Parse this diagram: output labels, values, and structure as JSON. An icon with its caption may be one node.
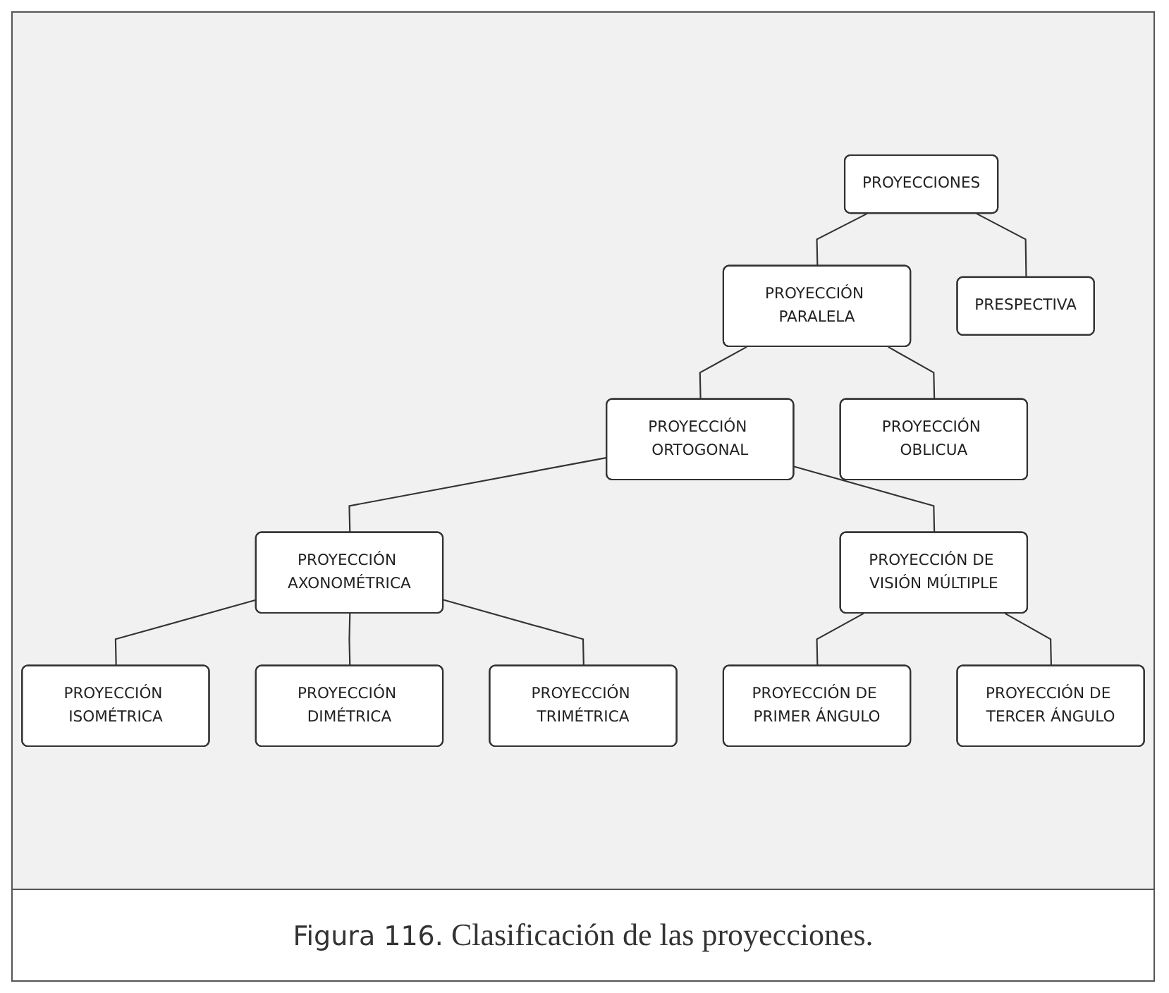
{
  "diagram": {
    "caption": "**Figura 116.** Clasificación de las proyecciones.",
    "nodes": [
      {
        "text": [
          "PROYECCIONES"
        ]
      },
      {
        "text": [
          "PROYECCIÓN PARALELA"
        ]
      },
      {
        "text": [
          "PRESPECTIVA"
        ]
      },
      {
        "text": [
          "PROYECCIÓN ORTOGONAL"
        ]
      },
      {
        "text": [
          "PROYECCIÓN OBLICUA"
        ]
      },
      {
        "text": [
          "PROYECCIÓN AXONOMÉTRICA"
        ]
      },
      {
        "text": [
          "PROYECCIÓN DE VISIÓN MÚLTIPLE"
        ]
      },
      {
        "text": [
          "PROYECCIÓN ISOMÉTRICA"
        ]
      },
      {
        "text": [
          "PROYECCIÓN DIMÉTRICA"
        ]
      },
      {
        "text": [
          "PROYECCIÓN TRIMÉTRICA"
        ]
      },
      {
        "text": [
          "PROYECCIÓN DE PRIMER ÁNGULO"
        ]
      },
      {
        "text": [
          "PROYECCIÓN DE TERCER ÁNGULO"
        ]
      }
    ],
    "edges": [
      {
        "from": 0,
        "to": 1,
        "arrow": "none"
      },
      {
        "from": 0,
        "to": 2,
        "arrow": "none"
      },
      {
        "from": 1,
        "to": 3,
        "arrow": "none"
      },
      {
        "from": 1,
        "to": 4,
        "arrow": "none"
      },
      {
        "from": 3,
        "to": 5,
        "arrow": "none"
      },
      {
        "from": 3,
        "to": 6,
        "arrow": "none"
      },
      {
        "from": 5,
        "to": 7,
        "arrow": "none"
      },
      {
        "from": 5,
        "to": 8,
        "arrow": "none"
      },
      {
        "from": 5,
        "to": 9,
        "arrow": "none"
      },
      {
        "from": 6,
        "to": 10,
        "arrow": "none"
      },
      {
        "from": 6,
        "to": 11,
        "arrow": "none"
      }
    ]
  }
}
